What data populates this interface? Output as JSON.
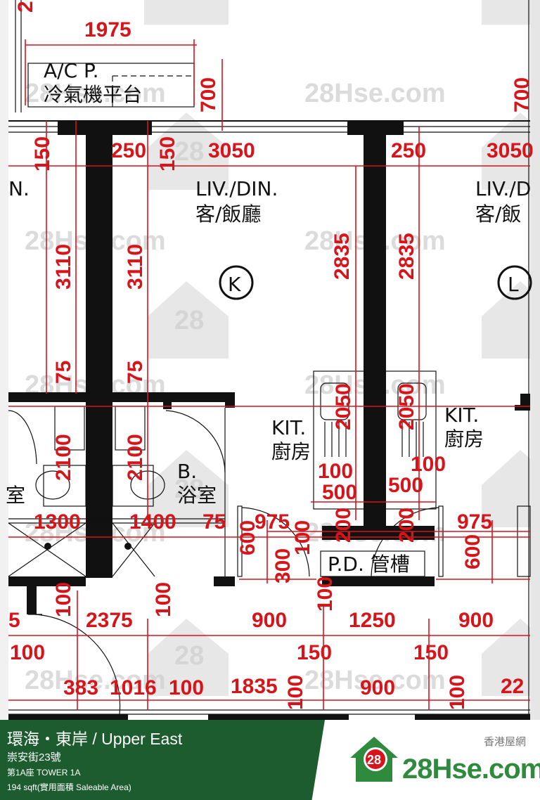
{
  "plan": {
    "dimensions": {
      "top_width": "1975",
      "balcony_depth_left": "700",
      "balcony_depth_right": "700",
      "col_a_top": "150",
      "col_a_gap": "250",
      "col_b_top": "150",
      "col_k_span": "3050",
      "col_c_gap": "250",
      "col_l_span": "3050",
      "v_3110_a": "3110",
      "v_3110_b": "3110",
      "v_2835_a": "2835",
      "v_2835_b": "2835",
      "v_75_a": "75",
      "v_75_b": "75",
      "v_2100_a": "2100",
      "v_2100_b": "2100",
      "v_2050_a": "2050",
      "v_2050_b": "2050",
      "kit_100_a": "100",
      "kit_100_b": "100",
      "kit_500_a": "500",
      "kit_500_b": "500",
      "v_200_a": "200",
      "v_200_b": "200",
      "h_1300": "1300",
      "h_1400": "1400",
      "h_75": "75",
      "h_975_a": "975",
      "h_975_b": "975",
      "v_600_a": "600",
      "v_600_b": "600",
      "v_300": "300",
      "v_100_c": "100",
      "h_5": "5",
      "v_100_a": "100",
      "h_2375": "2375",
      "v_100_b": "100",
      "h_900_a": "900",
      "v_100_d": "100",
      "h_1250": "1250",
      "h_900_b": "900",
      "h_100_a": "100",
      "h_150_a": "150",
      "h_150_b": "150",
      "h_383": "383",
      "h_1016": "1016",
      "h_100_b": "100",
      "h_1835": "1835",
      "v_100_e": "100",
      "h_900_c": "900",
      "v_100_f": "100",
      "h_22": "22",
      "top_cut": "2"
    },
    "rooms": {
      "ac_platform_en": "A/C P.",
      "ac_platform_zh": "冷氣機平台",
      "liv_left_en": "N.",
      "liv_k_en": "LIV./DIN.",
      "liv_k_zh": "客/飯廳",
      "liv_l_en": "LIV./D",
      "liv_l_zh": "客/飯",
      "unit_k": "K",
      "unit_l": "L",
      "kit_a_en": "KIT.",
      "kit_a_zh": "廚房",
      "kit_b_en": "KIT.",
      "kit_b_zh": "廚房",
      "bath_en": "B.",
      "bath_zh": "浴室",
      "bath_left_zh": "室",
      "pd": "P.D. 管槽"
    },
    "watermark": {
      "text": "28Hse.com",
      "badge": "28"
    }
  },
  "footer": {
    "title": "環海・東岸 / Upper East",
    "street": "崇安街23號",
    "tower": "第1A座   TOWER 1A",
    "area": "194 sqft(實用面積 Saleable Area)",
    "brand_zh": "香港屋網",
    "brand_en": "28Hse.com",
    "brand_badge": "28",
    "colors": {
      "green": "#1d5c2e",
      "brand_green": "#2e8b3d"
    }
  }
}
